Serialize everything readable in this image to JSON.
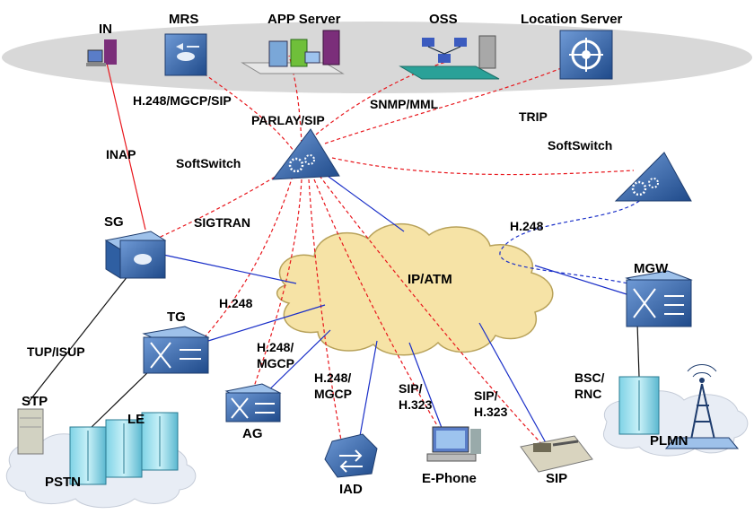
{
  "labels": {
    "in": "IN",
    "mrs": "MRS",
    "app_server": "APP Server",
    "oss": "OSS",
    "location_server": "Location Server",
    "h248_mgcp_sip": "H.248/MGCP/SIP",
    "parlay_sip": "PARLAY/SIP",
    "snmp_mml": "SNMP/MML",
    "trip": "TRIP",
    "inap": "INAP",
    "softswitch_main": "SoftSwitch",
    "softswitch_right": "SoftSwitch",
    "sg": "SG",
    "sigtran": "SIGTRAN",
    "h248_right": "H.248",
    "ip_atm": "IP/ATM",
    "mgw": "MGW",
    "h248_tg": "H.248",
    "tg": "TG",
    "tup_isup": "TUP/ISUP",
    "h248_mgcp_ag": "H.248/\nMGCP",
    "h248_mgcp_iad": "H.248/\nMGCP",
    "sip_h323_ephone": "SIP/\nH.323",
    "sip_h323_sip": "SIP/\nH.323",
    "bsc_rnc": "BSC/\nRNC",
    "stp": "STP",
    "le": "LE",
    "pstn": "PSTN",
    "ag": "AG",
    "iad": "IAD",
    "e_phone": "E-Phone",
    "sip_phone": "SIP",
    "plmn": "PLMN"
  },
  "colors": {
    "control_link": "#e8161c",
    "bearer_link": "#1a2fc8",
    "trunk_link": "#111111",
    "cloud_fill": "#f6e3a6",
    "cloud_stroke": "#b8a25a",
    "ellipse_fill": "#d6d6d6",
    "device_blue": "#2f5fa2",
    "plmn_cloud": "#e8edf5"
  }
}
